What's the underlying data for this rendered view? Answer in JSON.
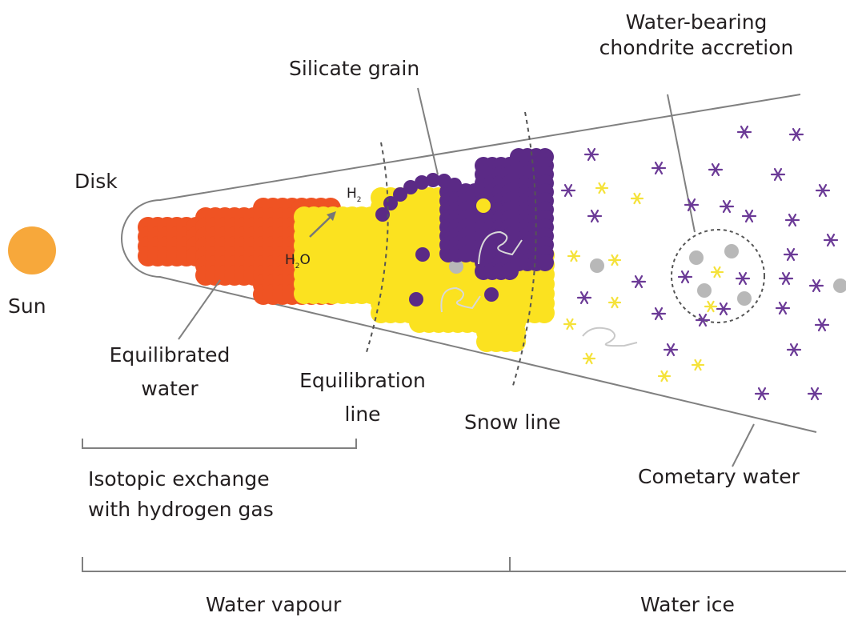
{
  "labels": {
    "sun": "Sun",
    "disk": "Disk",
    "silicate_grain": "Silicate grain",
    "water_bearing_line1": "Water-bearing",
    "water_bearing_line2": "chondrite accretion",
    "equilibrated_line1": "Equilibrated",
    "equilibrated_line2": "water",
    "equilibration_line1": "Equilibration",
    "equilibration_line2": "line",
    "snow_line": "Snow line",
    "cometary_water": "Cometary water",
    "isotopic_line1": "Isotopic exchange",
    "isotopic_line2": "with hydrogen gas",
    "water_vapour": "Water vapour",
    "water_ice": "Water ice",
    "h2": "H",
    "h2_sub": "2",
    "h2o_h": "H",
    "h2o_sub": "2",
    "h2o_o": "O"
  },
  "colors": {
    "sun": "#f7a83b",
    "equilibrated_water": "#ef5323",
    "yellow_water": "#fbe220",
    "silicate": "#5b2a86",
    "gray_grain": "#b8b8b8",
    "ice_yellow": "#f5e23a",
    "ice_purple": "#6b3a96",
    "outline": "#808080"
  }
}
